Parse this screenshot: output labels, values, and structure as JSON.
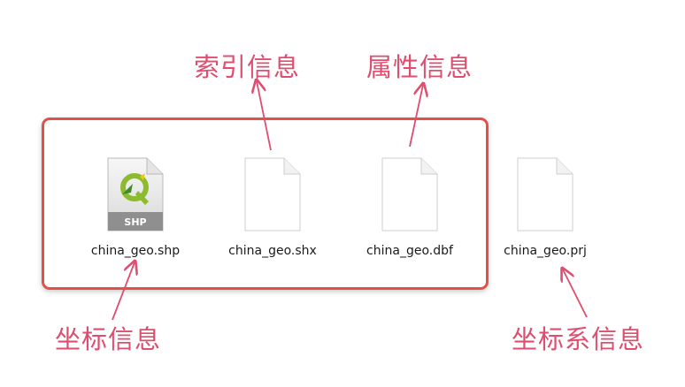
{
  "files": [
    {
      "name": "china_geo.shp",
      "icon": "qgis-shp-file-icon",
      "badge": "SHP"
    },
    {
      "name": "china_geo.shx",
      "icon": "blank-document-icon"
    },
    {
      "name": "china_geo.dbf",
      "icon": "blank-document-icon"
    },
    {
      "name": "china_geo.prj",
      "icon": "blank-document-icon"
    }
  ],
  "labels": {
    "index_info": "索引信息",
    "attribute_info": "属性信息",
    "coordinate_info": "坐标信息",
    "coordinate_system_info": "坐标系信息"
  },
  "colors": {
    "label": "#df4d6f",
    "frame": "#e2504a"
  }
}
